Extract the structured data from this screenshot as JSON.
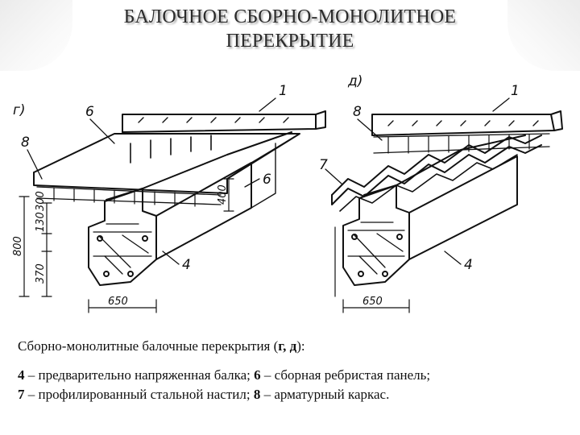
{
  "title": {
    "line1": "БАЛОЧНОЕ СБОРНО-МОНОЛИТНОЕ",
    "line2": "ПЕРЕКРЫТИЕ"
  },
  "figure": {
    "panel_left": "г)",
    "panel_right": "д)",
    "left_labels": {
      "l1": "1",
      "l6a": "6",
      "l6b": "6",
      "l8": "8",
      "l4": "4"
    },
    "right_labels": {
      "l1": "1",
      "l8": "8",
      "l7": "7",
      "l4": "4"
    },
    "dims_left": {
      "d800": "800",
      "d130": "130",
      "d300": "300",
      "d370": "370",
      "d400": "400",
      "d650": "650"
    },
    "dims_right": {
      "d650": "650"
    }
  },
  "caption": {
    "intro_text": "Сборно-монолитные балочные перекрытия (",
    "intro_bold": "г, д",
    "intro_end": "):",
    "line1": [
      {
        "n": "4",
        "t": " – предварительно напряженная балка; "
      },
      {
        "n": "6",
        "t": " – сборная ребристая панель;"
      }
    ],
    "line2": [
      {
        "n": "7",
        "t": " – профилированный стальной настил; "
      },
      {
        "n": "8",
        "t": " – арматурный каркас."
      }
    ]
  }
}
